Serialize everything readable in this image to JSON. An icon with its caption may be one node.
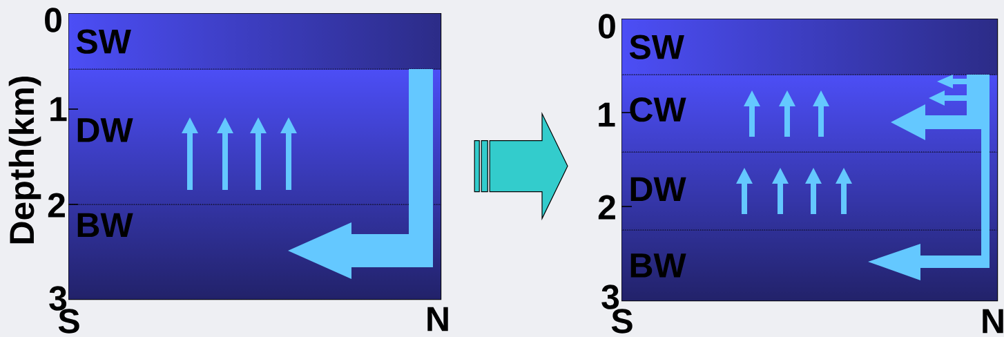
{
  "diagram": {
    "nodes": [
      {
        "text": [],
        "shape": "box"
      },
      {
        "text": [
          "SW"
        ],
        "in": 0
      },
      {
        "text": [
          "DW"
        ],
        "in": 0
      },
      {
        "text": [
          "BW"
        ],
        "in": 0
      },
      {
        "text": [],
        "shape": "box"
      },
      {
        "text": [
          "SW"
        ],
        "in": 4
      },
      {
        "text": [
          "CW"
        ],
        "in": 4
      },
      {
        "text": [
          "DW"
        ],
        "in": 4
      },
      {
        "text": [
          "BW"
        ],
        "in": 4
      }
    ],
    "edges": [
      {
        "from": 0,
        "to": 4,
        "arrow": "to"
      }
    ],
    "labels": [
      "0",
      "1",
      "2",
      "3",
      "Depth(km)",
      "S",
      "N",
      "0",
      "1",
      "2",
      "3",
      "S",
      "N"
    ]
  }
}
